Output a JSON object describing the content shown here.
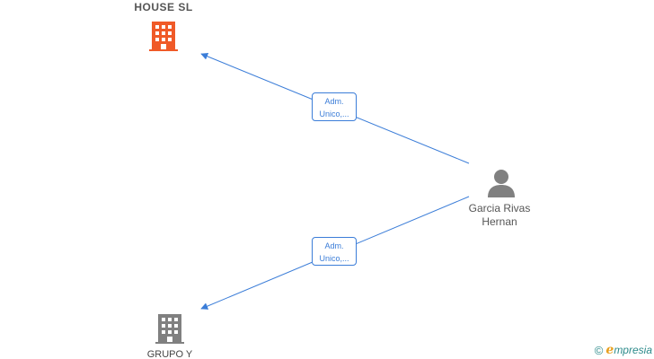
{
  "nodes": {
    "company_top": {
      "name": "HOUSE  SL",
      "icon": "building-icon",
      "color": "#f05a28"
    },
    "company_bottom": {
      "name": "GRUPO Y",
      "icon": "building-icon",
      "color": "#808080"
    },
    "person": {
      "name_line1": "Garcia Rivas",
      "name_line2": "Hernan",
      "icon": "person-icon",
      "color": "#808080"
    }
  },
  "edges": [
    {
      "from": "person",
      "to": "company_top",
      "label_line1": "Adm.",
      "label_line2": "Unico,..."
    },
    {
      "from": "person",
      "to": "company_bottom",
      "label_line1": "Adm.",
      "label_line2": "Unico,..."
    }
  ],
  "edge_color": "#3b7dd8",
  "brand": {
    "copyright": "©",
    "first_letter": "e",
    "rest": "mpresia"
  }
}
